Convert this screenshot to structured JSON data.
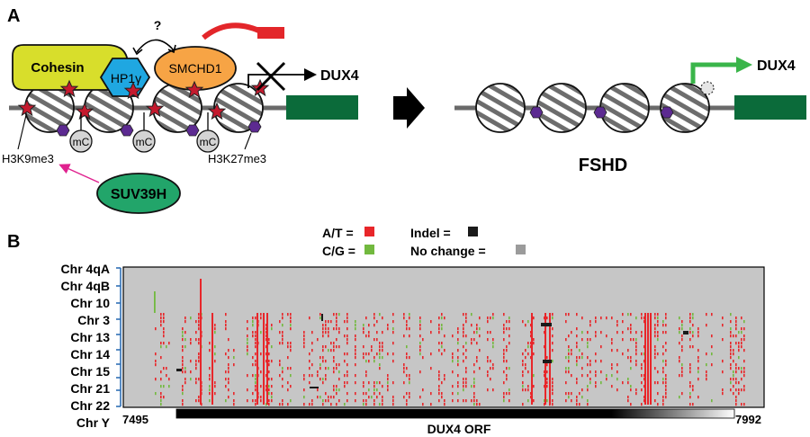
{
  "panel_a": {
    "label": "A",
    "proteins": {
      "cohesin": "Cohesin",
      "hp1": "HP1γ",
      "smchd1": "SMCHD1",
      "suv39h": "SUV39H"
    },
    "question": "?",
    "marks": {
      "methyl_c": "mC",
      "h3k9": "H3K9me3",
      "h3k27": "H3K27me3"
    },
    "gene": "DUX4",
    "condition": "FSHD"
  },
  "panel_b": {
    "label": "B",
    "legend": {
      "at": "A/T =",
      "cg": "C/G =",
      "indel": "Indel =",
      "no_change": "No change ="
    },
    "colors": {
      "at": "#e8262a",
      "cg": "#72b93f",
      "indel": "#1a1a1a",
      "no_change": "#9b9b9b",
      "background": "#c6c6c6"
    },
    "rows": [
      "Chr 4qA",
      "Chr 4qB",
      "Chr 10",
      "Chr 3",
      "Chr 13",
      "Chr 14",
      "Chr 15",
      "Chr 21",
      "Chr 22",
      "Chr Y"
    ],
    "axis": {
      "start": "7495",
      "end": "7992",
      "orf_label": "DUX4 ORF"
    }
  }
}
